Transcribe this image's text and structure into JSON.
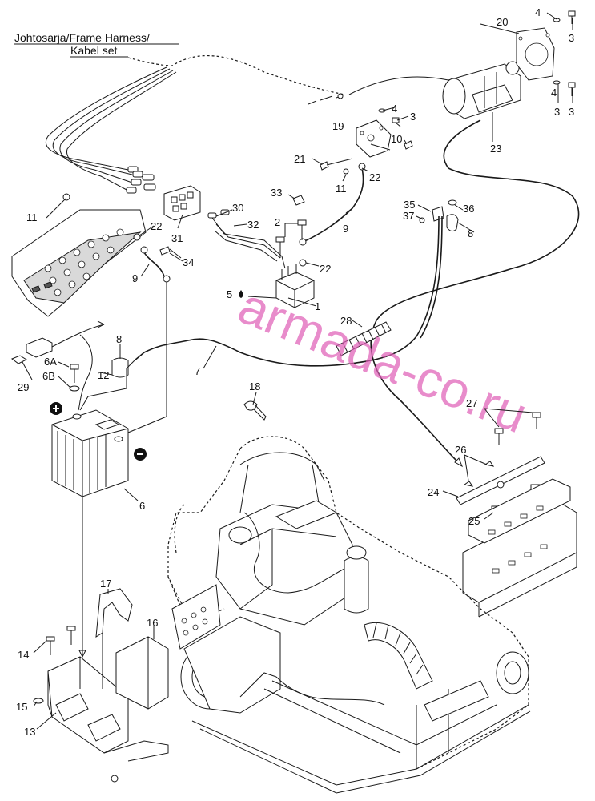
{
  "diagram": {
    "title_lines": [
      "Johtosarja/Frame Harness/",
      "Kabel set"
    ],
    "watermark": "armada-co.ru",
    "callouts": [
      {
        "id": "1",
        "label": "1"
      },
      {
        "id": "2",
        "label": "2"
      },
      {
        "id": "3a",
        "label": "3"
      },
      {
        "id": "3b",
        "label": "3"
      },
      {
        "id": "3c",
        "label": "3"
      },
      {
        "id": "3d",
        "label": "3"
      },
      {
        "id": "4a",
        "label": "4"
      },
      {
        "id": "4b",
        "label": "4"
      },
      {
        "id": "4c",
        "label": "4"
      },
      {
        "id": "5",
        "label": "5"
      },
      {
        "id": "6",
        "label": "6"
      },
      {
        "id": "6A",
        "label": "6A"
      },
      {
        "id": "6B",
        "label": "6B"
      },
      {
        "id": "7",
        "label": "7"
      },
      {
        "id": "8a",
        "label": "8"
      },
      {
        "id": "8b",
        "label": "8"
      },
      {
        "id": "9a",
        "label": "9"
      },
      {
        "id": "9b",
        "label": "9"
      },
      {
        "id": "10",
        "label": "10"
      },
      {
        "id": "11a",
        "label": "11"
      },
      {
        "id": "11b",
        "label": "11"
      },
      {
        "id": "12",
        "label": "12"
      },
      {
        "id": "13",
        "label": "13"
      },
      {
        "id": "14",
        "label": "14"
      },
      {
        "id": "15",
        "label": "15"
      },
      {
        "id": "16",
        "label": "16"
      },
      {
        "id": "17",
        "label": "17"
      },
      {
        "id": "18",
        "label": "18"
      },
      {
        "id": "19",
        "label": "19"
      },
      {
        "id": "20",
        "label": "20"
      },
      {
        "id": "21",
        "label": "21"
      },
      {
        "id": "22a",
        "label": "22"
      },
      {
        "id": "22b",
        "label": "22"
      },
      {
        "id": "22c",
        "label": "22"
      },
      {
        "id": "23",
        "label": "23"
      },
      {
        "id": "24",
        "label": "24"
      },
      {
        "id": "25",
        "label": "25"
      },
      {
        "id": "26",
        "label": "26"
      },
      {
        "id": "27",
        "label": "27"
      },
      {
        "id": "28",
        "label": "28"
      },
      {
        "id": "29",
        "label": "29"
      },
      {
        "id": "30",
        "label": "30"
      },
      {
        "id": "31",
        "label": "31"
      },
      {
        "id": "32",
        "label": "32"
      },
      {
        "id": "33",
        "label": "33"
      },
      {
        "id": "34",
        "label": "34"
      },
      {
        "id": "35",
        "label": "35"
      },
      {
        "id": "36",
        "label": "36"
      },
      {
        "id": "37",
        "label": "37"
      }
    ]
  }
}
